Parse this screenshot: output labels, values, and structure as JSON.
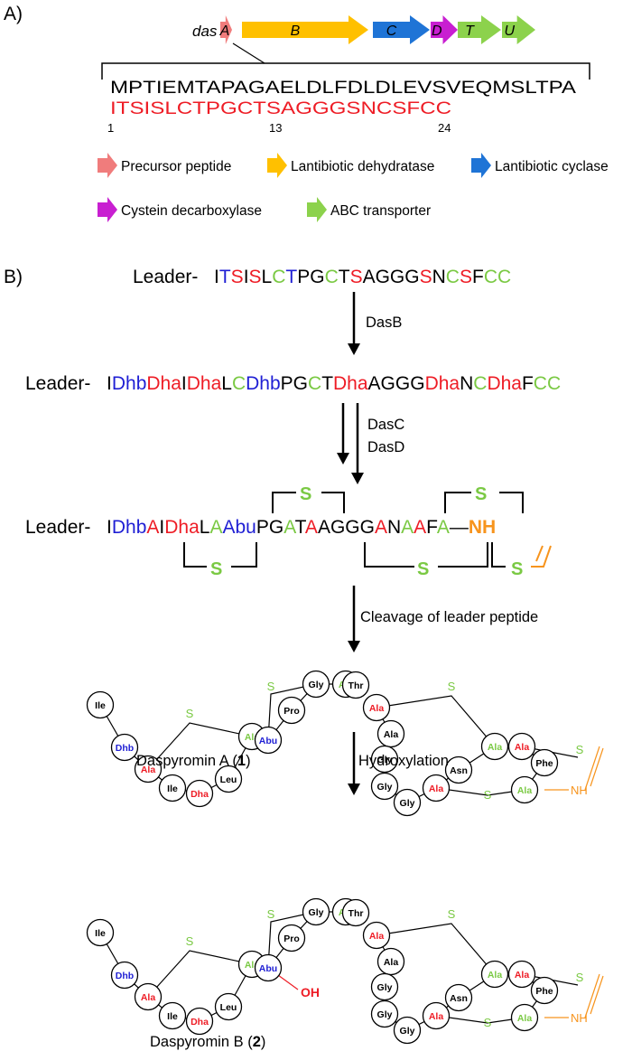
{
  "panel_a": {
    "label": "A)",
    "cluster_prefix": "das",
    "genes": [
      {
        "name": "A",
        "color": "#f07c7c"
      },
      {
        "name": "B",
        "color": "#ffc000"
      },
      {
        "name": "C",
        "color": "#1f74d6"
      },
      {
        "name": "D",
        "color": "#c81fd1"
      },
      {
        "name": "T",
        "color": "#8cd24c"
      },
      {
        "name": "U",
        "color": "#8cd24c"
      }
    ],
    "leader_sequence": "MPTIEMTAPAGAELDLFDLDLEVSVEQMSLTPA",
    "core_sequence": "ITSISLCTPGCTSAGGGSNCSFCC",
    "positions": [
      "1",
      "13",
      "24"
    ],
    "legend": [
      {
        "label": "Precursor peptide",
        "color": "#f07c7c"
      },
      {
        "label": "Lantibiotic dehydratase",
        "color": "#ffc000"
      },
      {
        "label": "Lantibiotic cyclase",
        "color": "#1f74d6"
      },
      {
        "label": "Cystein decarboxylase",
        "color": "#c81fd1"
      },
      {
        "label": "ABC transporter",
        "color": "#8cd24c"
      }
    ]
  },
  "panel_b": {
    "label": "B)",
    "leader_label": "Leader-",
    "seq1": [
      {
        "t": "I",
        "c": "k"
      },
      {
        "t": "T",
        "c": "b"
      },
      {
        "t": "S",
        "c": "r"
      },
      {
        "t": "I",
        "c": "k"
      },
      {
        "t": "S",
        "c": "r"
      },
      {
        "t": "L",
        "c": "k"
      },
      {
        "t": "C",
        "c": "g"
      },
      {
        "t": "T",
        "c": "b"
      },
      {
        "t": "PG",
        "c": "k"
      },
      {
        "t": "C",
        "c": "g"
      },
      {
        "t": "T",
        "c": "k"
      },
      {
        "t": "S",
        "c": "r"
      },
      {
        "t": "AGGG",
        "c": "k"
      },
      {
        "t": "S",
        "c": "r"
      },
      {
        "t": "N",
        "c": "k"
      },
      {
        "t": "C",
        "c": "g"
      },
      {
        "t": "S",
        "c": "r"
      },
      {
        "t": "F",
        "c": "k"
      },
      {
        "t": "CC",
        "c": "g"
      }
    ],
    "enzyme1": "DasB",
    "seq2": [
      {
        "t": "I",
        "c": "k"
      },
      {
        "t": "Dhb",
        "c": "b"
      },
      {
        "t": "Dha",
        "c": "r"
      },
      {
        "t": "I",
        "c": "k"
      },
      {
        "t": "Dha",
        "c": "r"
      },
      {
        "t": "L",
        "c": "k"
      },
      {
        "t": "C",
        "c": "g"
      },
      {
        "t": "Dhb",
        "c": "b"
      },
      {
        "t": "PG",
        "c": "k"
      },
      {
        "t": "C",
        "c": "g"
      },
      {
        "t": "T",
        "c": "k"
      },
      {
        "t": "Dha",
        "c": "r"
      },
      {
        "t": "AGGG",
        "c": "k"
      },
      {
        "t": "Dha",
        "c": "r"
      },
      {
        "t": "N",
        "c": "k"
      },
      {
        "t": "C",
        "c": "g"
      },
      {
        "t": "Dha",
        "c": "r"
      },
      {
        "t": "F",
        "c": "k"
      },
      {
        "t": "CC",
        "c": "g"
      }
    ],
    "enzyme2a": "DasC",
    "enzyme2b": "DasD",
    "seq3": [
      {
        "t": "I",
        "c": "k"
      },
      {
        "t": "Dhb",
        "c": "b"
      },
      {
        "t": "A",
        "c": "r"
      },
      {
        "t": "I",
        "c": "k"
      },
      {
        "t": "Dha",
        "c": "r"
      },
      {
        "t": "L",
        "c": "k"
      },
      {
        "t": "A",
        "c": "g"
      },
      {
        "t": "Abu",
        "c": "b"
      },
      {
        "t": "PG",
        "c": "k"
      },
      {
        "t": "A",
        "c": "g"
      },
      {
        "t": "T",
        "c": "k"
      },
      {
        "t": "A",
        "c": "r"
      },
      {
        "t": "AGGG",
        "c": "k"
      },
      {
        "t": "A",
        "c": "r"
      },
      {
        "t": "N",
        "c": "k"
      },
      {
        "t": "A",
        "c": "g"
      },
      {
        "t": "A",
        "c": "r"
      },
      {
        "t": "F",
        "c": "k"
      },
      {
        "t": "A",
        "c": "g"
      },
      {
        "t": "—",
        "c": "k"
      },
      {
        "t": "NH",
        "c": "o"
      }
    ],
    "sulfur": "S",
    "step3": "Cleavage of leader peptide",
    "step4": "Hydroxylation",
    "compound1_name": "Daspyromin A (",
    "compound1_num": "1",
    "compound2_name": "Daspyromin B (",
    "compound2_num": "2",
    "close_paren": ")",
    "oh_label": "OH",
    "nh_label": "NH",
    "residues": [
      {
        "t": "Ile",
        "c": "k"
      },
      {
        "t": "Dhb",
        "c": "b"
      },
      {
        "t": "Ala",
        "c": "r"
      },
      {
        "t": "Ile",
        "c": "k"
      },
      {
        "t": "Dha",
        "c": "r"
      },
      {
        "t": "Leu",
        "c": "k"
      },
      {
        "t": "Ala",
        "c": "g"
      },
      {
        "t": "Abu",
        "c": "b"
      },
      {
        "t": "Pro",
        "c": "k"
      },
      {
        "t": "Gly",
        "c": "k"
      },
      {
        "t": "Ala",
        "c": "g"
      },
      {
        "t": "Thr",
        "c": "k"
      },
      {
        "t": "Ala",
        "c": "r"
      },
      {
        "t": "Ala",
        "c": "k"
      },
      {
        "t": "Gly",
        "c": "k"
      },
      {
        "t": "Gly",
        "c": "k"
      },
      {
        "t": "Gly",
        "c": "k"
      },
      {
        "t": "Ala",
        "c": "r"
      },
      {
        "t": "Asn",
        "c": "k"
      },
      {
        "t": "Ala",
        "c": "g"
      },
      {
        "t": "Ala",
        "c": "r"
      },
      {
        "t": "Phe",
        "c": "k"
      },
      {
        "t": "Ala",
        "c": "g"
      }
    ]
  },
  "colors": {
    "k": "#000000",
    "r": "#ee1c25",
    "b": "#1f1fd4",
    "g": "#7ac943",
    "o": "#f7941d",
    "red_text": "#ee1c25",
    "orange": "#f7941d"
  }
}
